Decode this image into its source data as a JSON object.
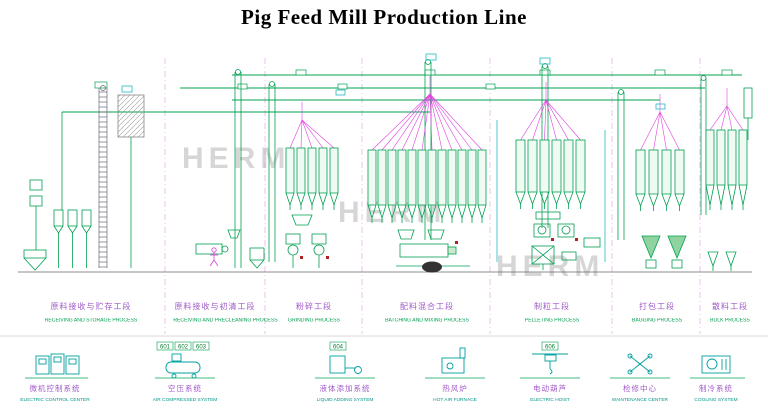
{
  "title": "Pig Feed Mill Production Line",
  "watermark": "HERM",
  "sections": [
    {
      "cn": "原料接收与贮存工段",
      "en": "RECEIVING AND STORAGE PROCESS"
    },
    {
      "cn": "原料接收与初清工段",
      "en": "RECEIVING AND PRECLEANING PROCESS"
    },
    {
      "cn": "粉碎工段",
      "en": "GRINDING PROCESS"
    },
    {
      "cn": "配料混合工段",
      "en": "BATCHING AND MIXING PROCESS"
    },
    {
      "cn": "制粒工段",
      "en": "PELLETING PROCESS"
    },
    {
      "cn": "打包工段",
      "en": "BAGGING PROCESS"
    },
    {
      "cn": "散料工段",
      "en": "BULK PROCESS"
    }
  ],
  "legend": [
    {
      "cn": "微机控制系统",
      "en": "ELECTRIC CONTROL CENTER"
    },
    {
      "cn": "空压系统",
      "en": "AIR COMPRESSED SYSTEM"
    },
    {
      "cn": "液体添加系统",
      "en": "LIQUID ADDING SYSTEM"
    },
    {
      "cn": "热风炉",
      "en": "HOT AIR FURNACE"
    },
    {
      "cn": "电动葫芦",
      "en": "ELECTRIC HOIST"
    },
    {
      "cn": "检修中心",
      "en": "MAINTENANCE CENTER"
    },
    {
      "cn": "制冷系统",
      "en": "COOLING SYSTEM"
    }
  ],
  "tags": [
    "601",
    "602",
    "603",
    "604",
    "606"
  ],
  "colors": {
    "line_green": "#00a050",
    "fan_magenta": "#e040e0",
    "accent_cyan": "#00b0c0",
    "label_purple": "#a05ac8",
    "watermark_gray": "#d0d0d0"
  }
}
